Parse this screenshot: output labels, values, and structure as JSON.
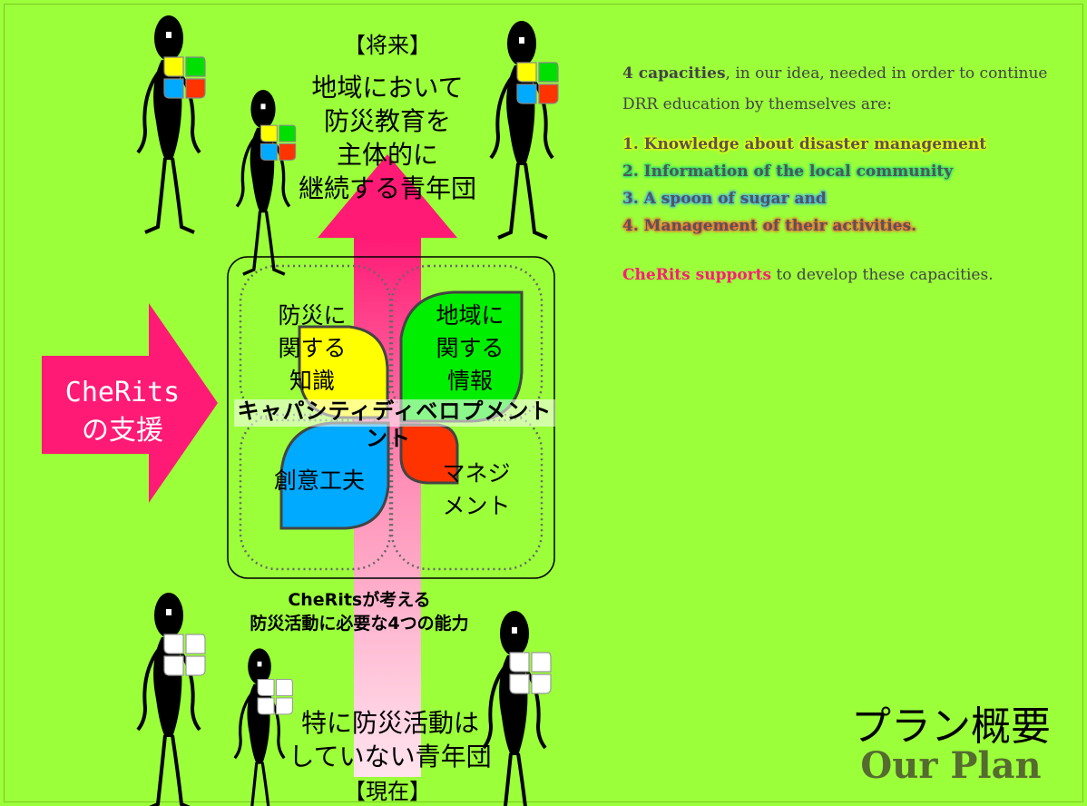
{
  "future": {
    "header": "【将来】",
    "lines": [
      "地域において",
      "防災教育を",
      "主体的に",
      "継続する青年団"
    ]
  },
  "present": {
    "header": "【現在】",
    "lines": [
      "特に防災活動は",
      "していない青年団"
    ]
  },
  "support_arrow": {
    "lines": [
      "CheRits",
      "の支援"
    ],
    "color": "#ff1a75"
  },
  "quadrants": {
    "knowledge": {
      "lines": [
        "防災に",
        "関する",
        "知識"
      ],
      "color": "#ffff00"
    },
    "information": {
      "lines": [
        "地域に",
        "関する",
        "情報"
      ],
      "color": "#00ff00"
    },
    "creativity": {
      "lines": [
        "創意工夫"
      ],
      "color": "#00aaff"
    },
    "management": {
      "lines": [
        "マネジ",
        "メント"
      ],
      "color": "#ff3300"
    }
  },
  "center_caption": "キャパシティディベロプメント",
  "center_caption_wrap": "ント",
  "bottom_caption": [
    "CheRitsが考える",
    "防災活動に必要な4つの能力"
  ],
  "right_panel": {
    "intro_bold": "4 capacities",
    "intro_rest": ", in our idea, needed in order to continue DRR education by themselves are:",
    "items": [
      "1. Knowledge about disaster management",
      "2. Information of the local community",
      "3. A spoon of sugar and",
      "4. Management of their activities."
    ],
    "support_bold": "CheRits supports",
    "support_rest": " to develop these capacities."
  },
  "title": {
    "jp": "プラン概要",
    "en": "Our Plan"
  },
  "colors": {
    "background": "#9bff3a",
    "arrow_top": "#ff1a75",
    "arrow_bottom": "#ffd6e4",
    "figure": "#000000"
  }
}
